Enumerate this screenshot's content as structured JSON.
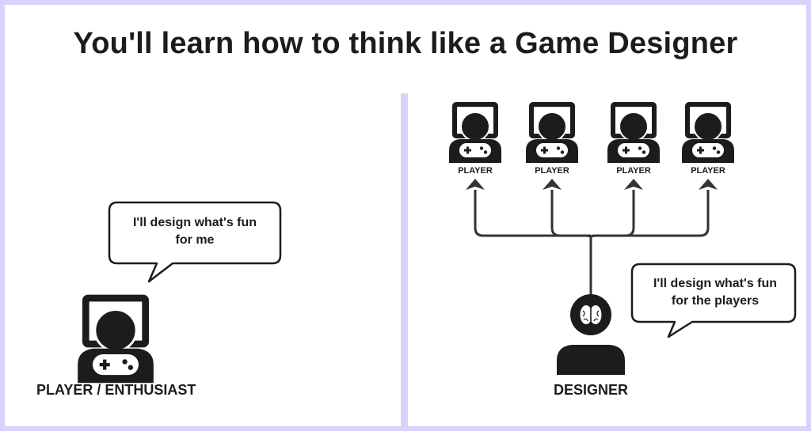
{
  "title": "You'll learn how to think like a Game Designer",
  "left_panel": {
    "speech": "I'll design what's fun for me",
    "caption": "PLAYER / ENTHUSIAST"
  },
  "right_panel": {
    "player_labels": [
      "PLAYER",
      "PLAYER",
      "PLAYER",
      "PLAYER"
    ],
    "speech": "I'll design what's fun for the players",
    "caption": "DESIGNER"
  },
  "colors": {
    "border": "#d9d2fb",
    "ink": "#1c1c1c",
    "connector": "#333333"
  },
  "icons": [
    "player-gamer-icon",
    "gamepad-icon",
    "brain-icon",
    "designer-icon",
    "arrow-up-icon"
  ]
}
